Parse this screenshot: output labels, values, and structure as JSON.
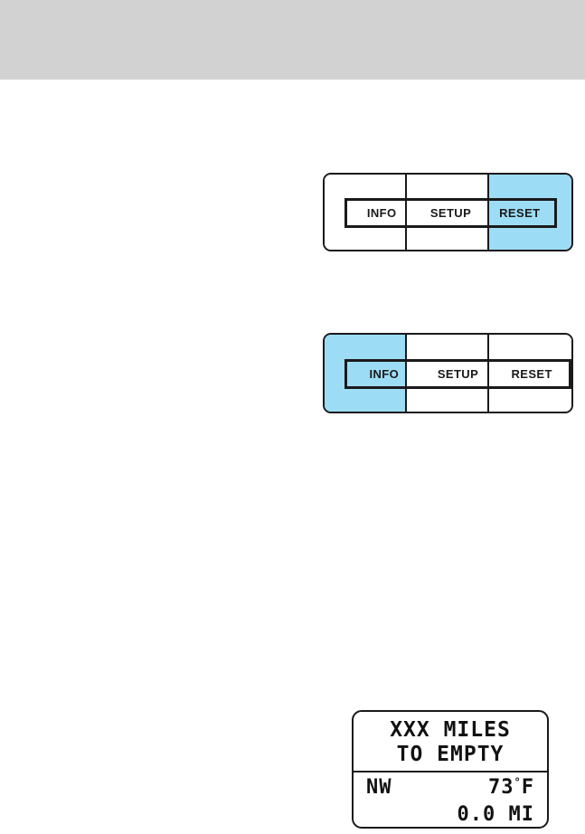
{
  "page": {
    "background_color": "#ffffff",
    "banner_color": "#d2d2d2",
    "highlight_color": "#9ddcf5",
    "line_color": "#1a1a1a"
  },
  "banner": {
    "label": ""
  },
  "button_groups": [
    {
      "id": "group-one",
      "buttons": [
        {
          "label": "INFO",
          "highlighted": false
        },
        {
          "label": "SETUP",
          "highlighted": false
        },
        {
          "label": "RESET",
          "highlighted": true
        }
      ]
    },
    {
      "id": "group-two",
      "buttons": [
        {
          "label": "INFO",
          "highlighted": true
        },
        {
          "label": "SETUP",
          "highlighted": false
        },
        {
          "label": "RESET",
          "highlighted": false
        }
      ]
    }
  ],
  "lcd": {
    "line1": "XXX MILES",
    "line2": "TO EMPTY",
    "compass": "NW",
    "temperature_value": "73",
    "temperature_unit": "F",
    "degree_symbol": "°",
    "distance": "0.0 MI"
  }
}
